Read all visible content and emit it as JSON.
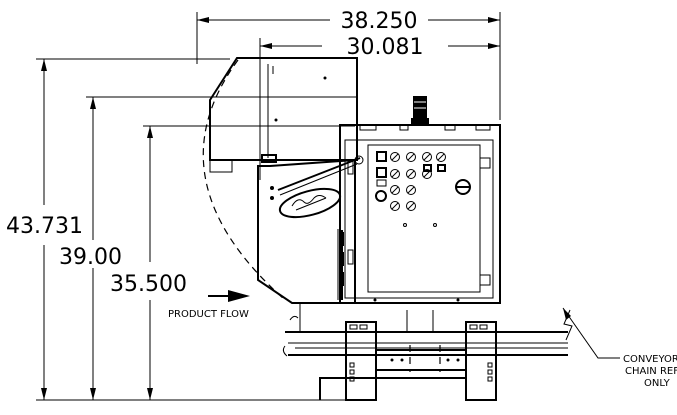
{
  "dimensions": {
    "overall_width": "38.250",
    "frame_width": "30.081",
    "overall_height": "43.731",
    "mid_height": "39.00",
    "short_height": "35.500"
  },
  "labels": {
    "product_flow": "PRODUCT FLOW",
    "conveyor_note": [
      "CONVEYOR",
      "CHAIN REF.",
      "ONLY"
    ]
  },
  "colors": {
    "line": "#000000",
    "background": "#ffffff"
  }
}
